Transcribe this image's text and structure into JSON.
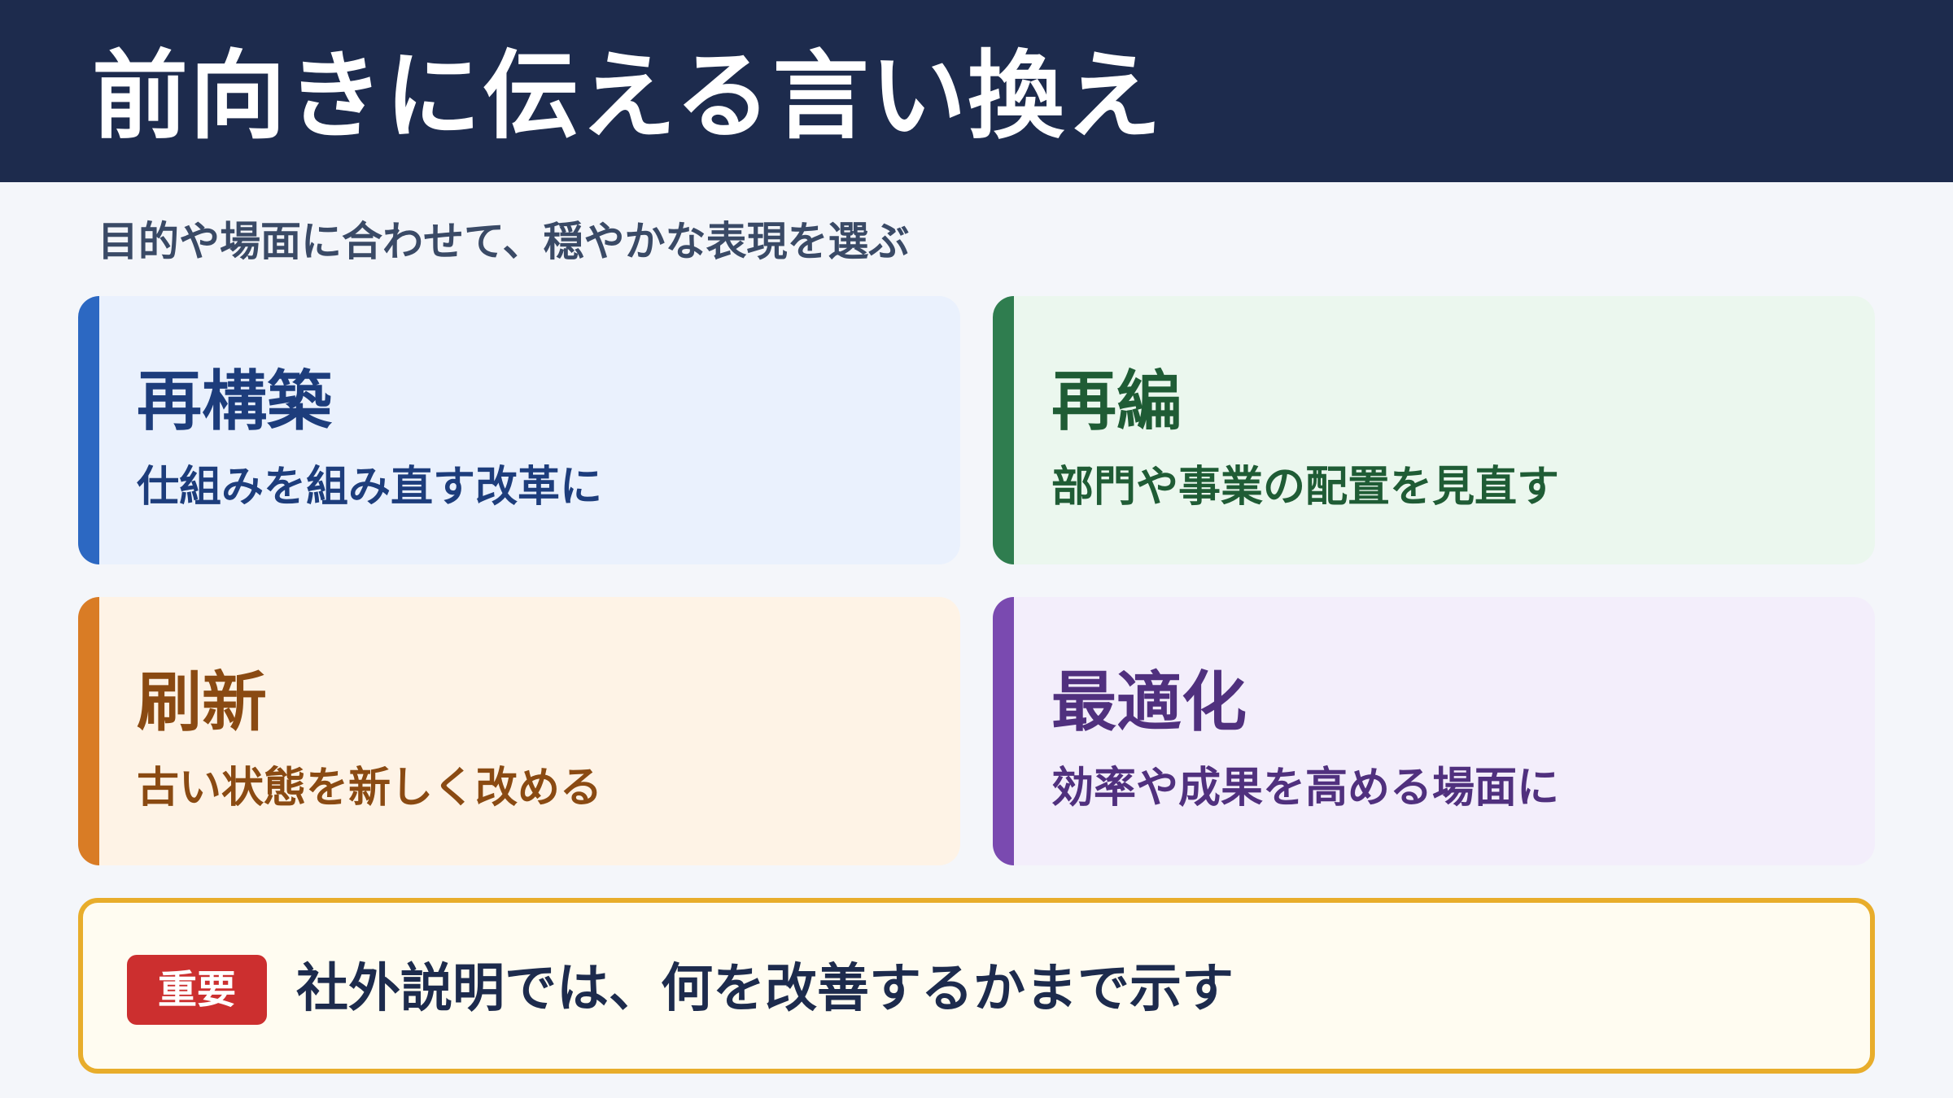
{
  "header": {
    "title": "前向きに伝える言い換え"
  },
  "subtitle": "目的や場面に合わせて、穏やかな表現を選ぶ",
  "cards": [
    {
      "term": "再構築",
      "description": "仕組みを組み直す改革に",
      "accent": "#2c68c2"
    },
    {
      "term": "再編",
      "description": "部門や事業の配置を見直す",
      "accent": "#2f7d4f"
    },
    {
      "term": "刷新",
      "description": "古い状態を新しく改める",
      "accent": "#d97c25"
    },
    {
      "term": "最適化",
      "description": "効率や成果を高める場面に",
      "accent": "#7a4ab0"
    }
  ],
  "note": {
    "badge": "重要",
    "text": "社外説明では、何を改善するかまで示す",
    "border_color": "#e8ad2b",
    "badge_color": "#cc2f2f"
  }
}
